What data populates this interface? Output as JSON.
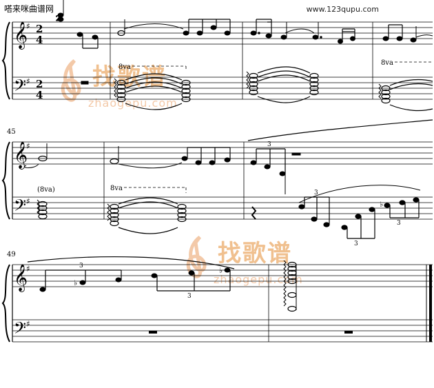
{
  "header": {
    "site_title": "嗒来咪曲谱网",
    "site_url": "www.123qupu.com"
  },
  "score": {
    "time_signature_top": "2",
    "time_signature_bottom": "4",
    "measure_numbers": [
      "45",
      "49"
    ],
    "ottava_label": "8va",
    "ottava_paren_label": "(8va)",
    "triplet_label": "3",
    "chord_marking_top": "2",
    "colors": {
      "ink": "#000000",
      "watermark": "#f0c08f"
    }
  },
  "watermark": {
    "brand_han": "找歌谱",
    "brand_url": "zhaogepu.com"
  }
}
